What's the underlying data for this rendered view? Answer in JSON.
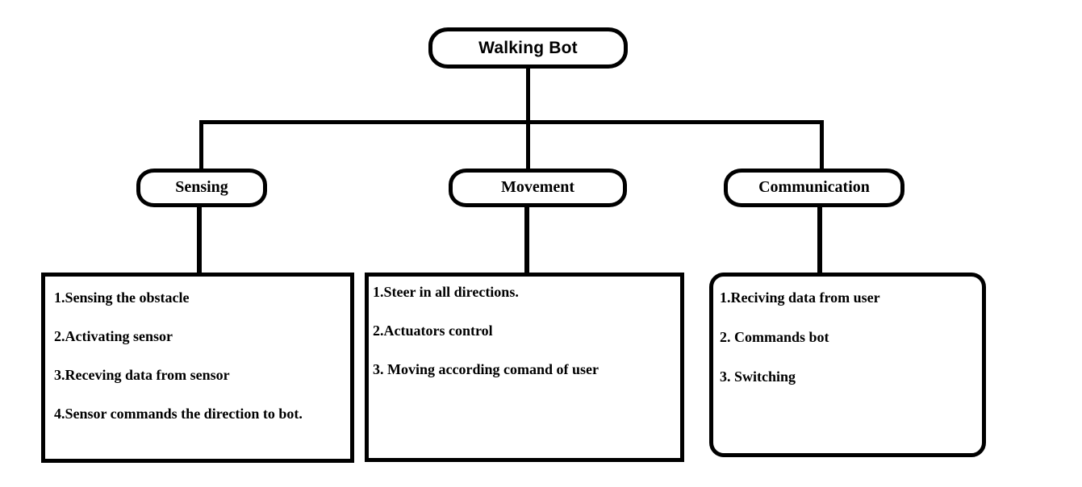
{
  "diagram": {
    "type": "hierarchy-tree",
    "root": {
      "label": "Walking Bot"
    },
    "branches": [
      {
        "id": "sensing",
        "label": "Sensing",
        "details": [
          "1.Sensing the obstacle",
          "2.Activating sensor",
          "3.Receving data from sensor",
          "4.Sensor commands the direction to bot."
        ]
      },
      {
        "id": "movement",
        "label": "Movement",
        "details": [
          "1.Steer in all directions.",
          "2.Actuators control",
          "3. Moving according comand of user"
        ]
      },
      {
        "id": "communication",
        "label": "Communication",
        "details": [
          "1.Reciving data from user",
          "2. Commands bot",
          "3. Switching"
        ]
      }
    ],
    "colors": {
      "stroke": "#000000",
      "fill": "#ffffff",
      "text": "#000000"
    }
  }
}
